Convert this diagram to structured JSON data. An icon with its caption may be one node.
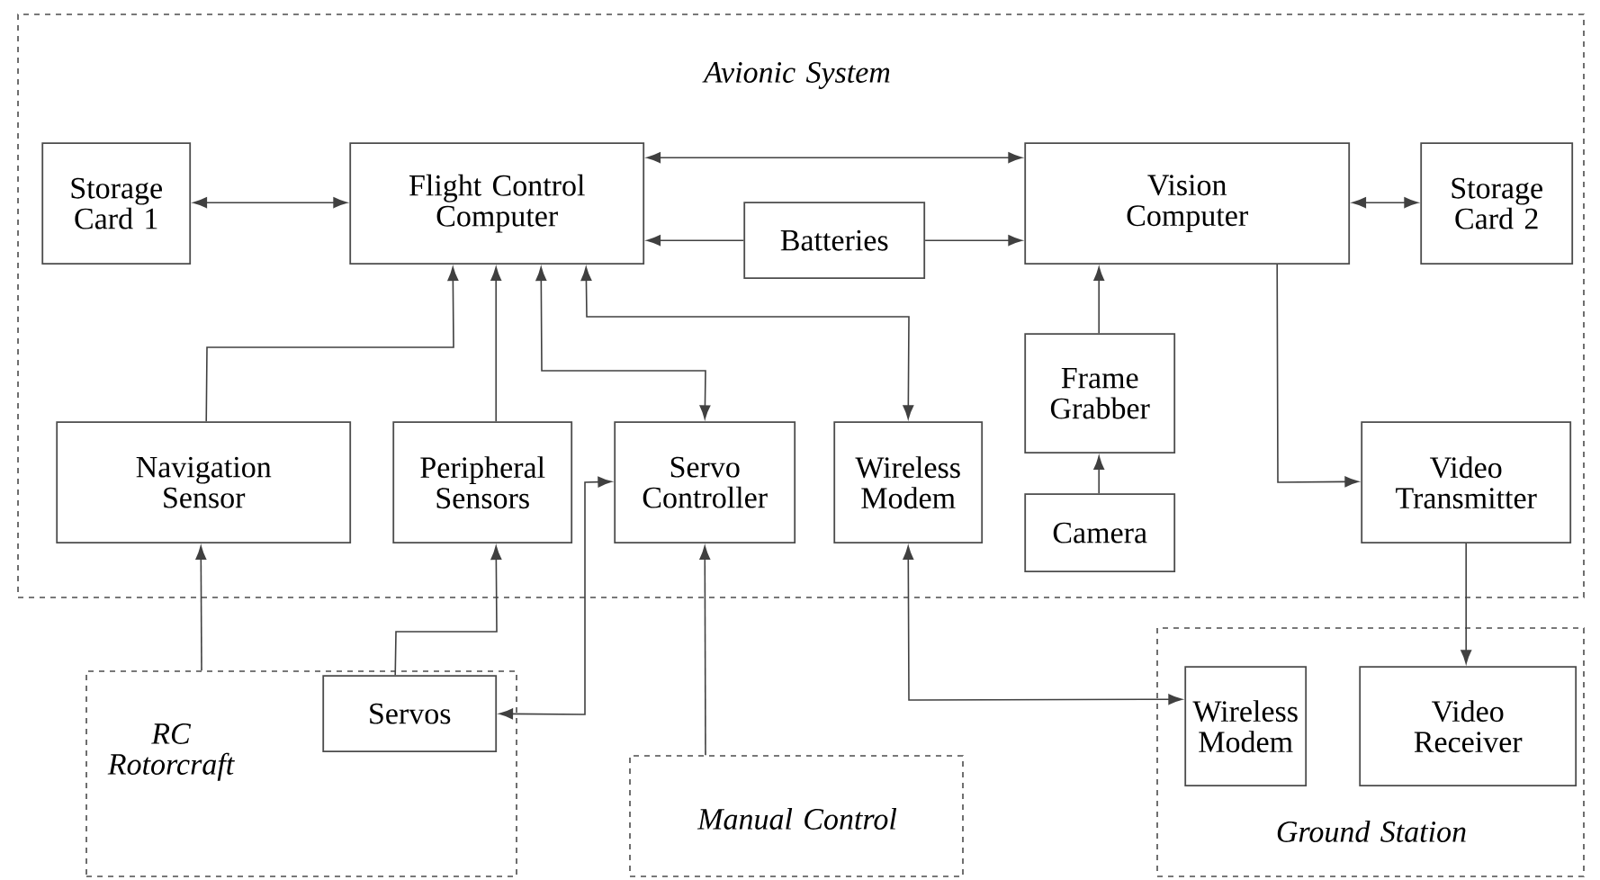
{
  "diagram": {
    "nodes": [
      {
        "text": [
          "Avionic System"
        ]
      },
      {
        "text": [
          "Storage Card 1"
        ],
        "in": 0
      },
      {
        "text": [
          "Flight Control Computer"
        ],
        "in": 0
      },
      {
        "text": [
          "Batteries"
        ],
        "in": 0
      },
      {
        "text": [
          "Vision Computer"
        ],
        "in": 0
      },
      {
        "text": [
          "Storage Card 2"
        ],
        "in": 0
      },
      {
        "text": [
          "Navigation Sensor"
        ],
        "in": 0
      },
      {
        "text": [
          "Peripheral Sensors"
        ],
        "in": 0
      },
      {
        "text": [
          "Servo Controller"
        ],
        "in": 0
      },
      {
        "text": [
          "Wireless Modem"
        ],
        "in": 0
      },
      {
        "text": [
          "Frame Grabber"
        ],
        "in": 0
      },
      {
        "text": [
          "Camera"
        ],
        "in": 0
      },
      {
        "text": [
          "Video Transmitter"
        ],
        "in": 0
      },
      {
        "text": [
          "RC Rotorcraft"
        ]
      },
      {
        "text": [
          "Servos"
        ],
        "in": 13
      },
      {
        "text": [
          "Manual Control"
        ]
      },
      {
        "text": [
          "Ground Station"
        ]
      },
      {
        "text": [
          "Wireless Modem"
        ],
        "in": 16
      },
      {
        "text": [
          "Video Receiver"
        ],
        "in": 16
      }
    ],
    "edges": [
      {
        "from": 1,
        "to": 2,
        "arrow": "both"
      },
      {
        "from": 2,
        "to": 4,
        "arrow": "both"
      },
      {
        "from": 3,
        "to": 2,
        "arrow": "to"
      },
      {
        "from": 3,
        "to": 4,
        "arrow": "to"
      },
      {
        "from": 4,
        "to": 5,
        "arrow": "both"
      },
      {
        "from": 6,
        "to": 2,
        "arrow": "to"
      },
      {
        "from": 7,
        "to": 2,
        "arrow": "to"
      },
      {
        "from": 2,
        "to": 8,
        "arrow": "both"
      },
      {
        "from": 2,
        "to": 9,
        "arrow": "both"
      },
      {
        "from": 10,
        "to": 4,
        "arrow": "to"
      },
      {
        "from": 11,
        "to": 10,
        "arrow": "to"
      },
      {
        "from": 4,
        "to": 12,
        "arrow": "to"
      },
      {
        "from": 13,
        "to": 6,
        "arrow": "to"
      },
      {
        "from": 14,
        "to": 7,
        "arrow": "to"
      },
      {
        "from": 8,
        "to": 14,
        "arrow": "both"
      },
      {
        "from": 15,
        "to": 8,
        "arrow": "to"
      },
      {
        "from": 9,
        "to": 17,
        "arrow": "both"
      },
      {
        "from": 12,
        "to": 18,
        "arrow": "to"
      }
    ]
  }
}
